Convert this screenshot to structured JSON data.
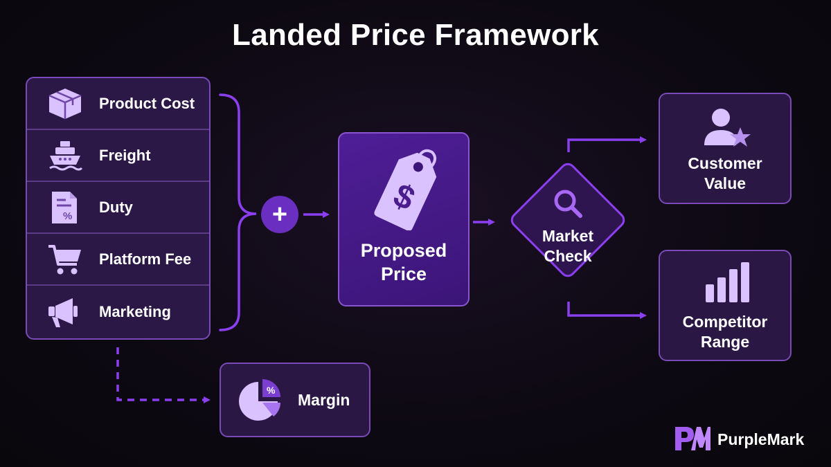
{
  "title": "Landed Price Framework",
  "cost_items": [
    {
      "label": "Product Cost",
      "icon": "box-icon"
    },
    {
      "label": "Freight",
      "icon": "ship-icon"
    },
    {
      "label": "Duty",
      "icon": "document-percent-icon"
    },
    {
      "label": "Platform Fee",
      "icon": "cart-icon"
    },
    {
      "label": "Marketing",
      "icon": "megaphone-icon"
    }
  ],
  "operator": "+",
  "proposed": {
    "label_line1": "Proposed",
    "label_line2": "Price",
    "icon": "price-tag-icon"
  },
  "market_check": {
    "label_line1": "Market",
    "label_line2": "Check",
    "icon": "magnifier-icon"
  },
  "outputs": {
    "customer": {
      "label_line1": "Customer",
      "label_line2": "Value",
      "icon": "user-star-icon"
    },
    "competitor": {
      "label_line1": "Competitor",
      "label_line2": "Range",
      "icon": "bar-chart-icon"
    }
  },
  "margin": {
    "label": "Margin",
    "icon": "pie-percent-icon"
  },
  "brand": {
    "name": "PurpleMark"
  },
  "colors": {
    "background": "#0d0912",
    "accent": "#8b3ff0",
    "panel": "#2c1846",
    "icon": "#d9c2ff",
    "border": "#7a4ab8"
  }
}
